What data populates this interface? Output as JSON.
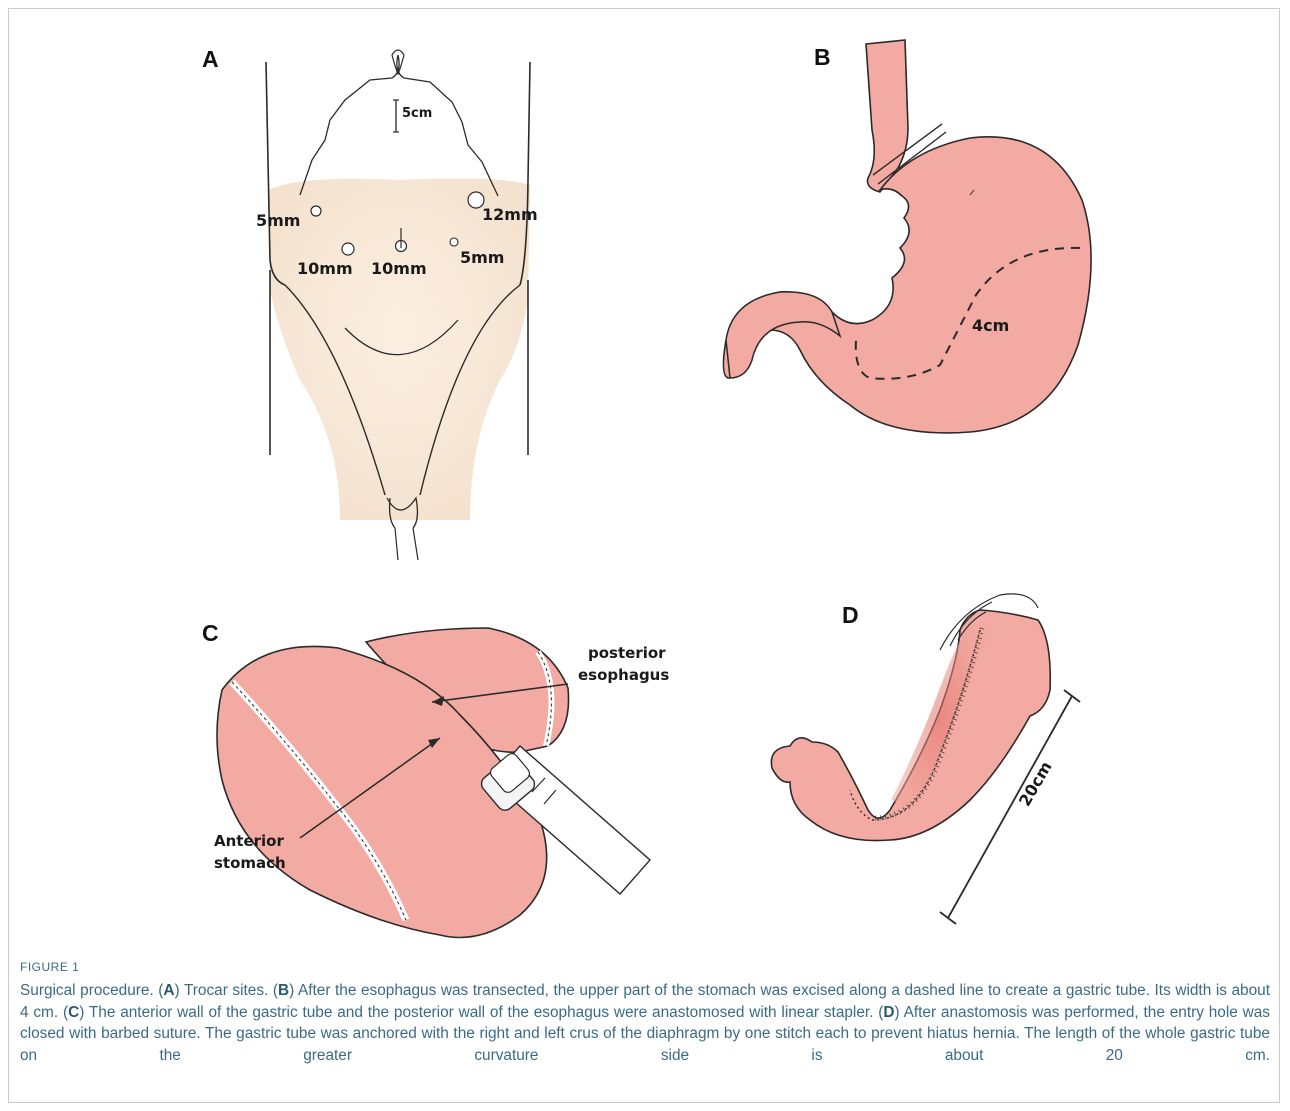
{
  "panels": {
    "A": {
      "label": "A",
      "ruler": "5cm",
      "ports": [
        "5mm",
        "12mm",
        "10mm",
        "10mm",
        "5mm"
      ]
    },
    "B": {
      "label": "B",
      "width": "4cm"
    },
    "C": {
      "label": "C",
      "posterior": [
        "posterior",
        "esophagus"
      ],
      "anterior": [
        "Anterior",
        "stomach"
      ]
    },
    "D": {
      "label": "D",
      "length": "20cm"
    }
  },
  "caption": {
    "figure_label": "FIGURE 1",
    "parts": [
      {
        "text": "Surgical procedure. ("
      },
      {
        "text": "A",
        "bold": true
      },
      {
        "text": ") Trocar sites. ("
      },
      {
        "text": "B",
        "bold": true
      },
      {
        "text": ") After the esophagus was transected, the upper part of the stomach was excised along a dashed line to create a gastric tube. Its width is about 4 cm. ("
      },
      {
        "text": "C",
        "bold": true
      },
      {
        "text": ") The anterior wall of the gastric tube and the posterior wall of the esophagus were anastomosed with linear stapler. ("
      },
      {
        "text": "D",
        "bold": true
      },
      {
        "text": ") After anastomosis was performed, the entry hole was closed with barbed suture. The gastric tube was anchored with the right and left crus of the diaphragm by one stitch each to prevent hiatus hernia. The length of the whole gastric tube on the greater curvature side is about 20 cm."
      }
    ]
  },
  "colors": {
    "skin": "#f6e6d6",
    "stomach": "#f2aaa2",
    "stomach_dark": "#e4867d",
    "outline": "#2a2a2a",
    "caption": "#3b6b84"
  }
}
